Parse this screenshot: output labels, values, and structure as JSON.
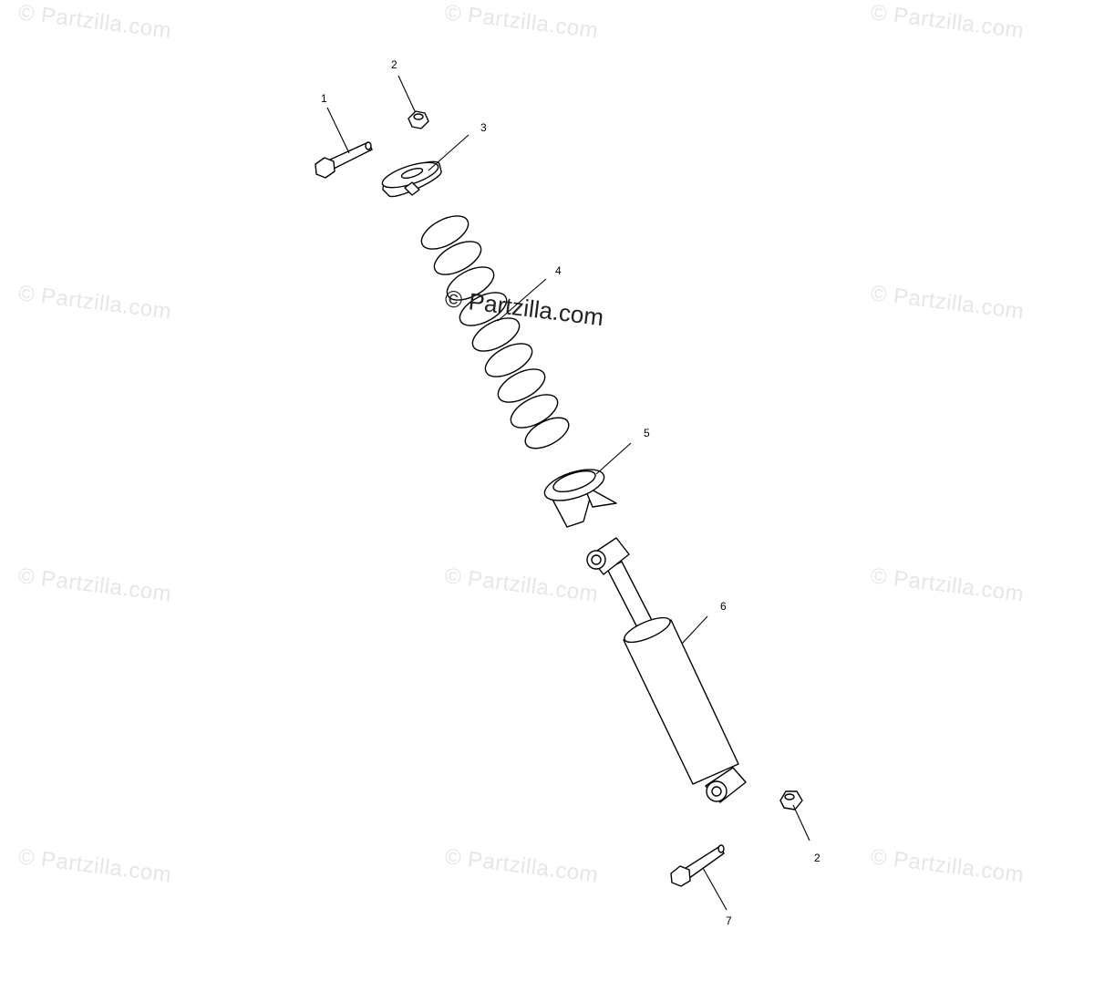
{
  "watermark": {
    "text": "© Partzilla.com"
  },
  "center_watermark": {
    "text": "© Partzilla.com"
  },
  "callouts": [
    {
      "id": "c1",
      "label": "1"
    },
    {
      "id": "c2a",
      "label": "2"
    },
    {
      "id": "c3",
      "label": "3"
    },
    {
      "id": "c4",
      "label": "4"
    },
    {
      "id": "c5",
      "label": "5"
    },
    {
      "id": "c6",
      "label": "6"
    },
    {
      "id": "c2b",
      "label": "2"
    },
    {
      "id": "c7",
      "label": "7"
    }
  ]
}
